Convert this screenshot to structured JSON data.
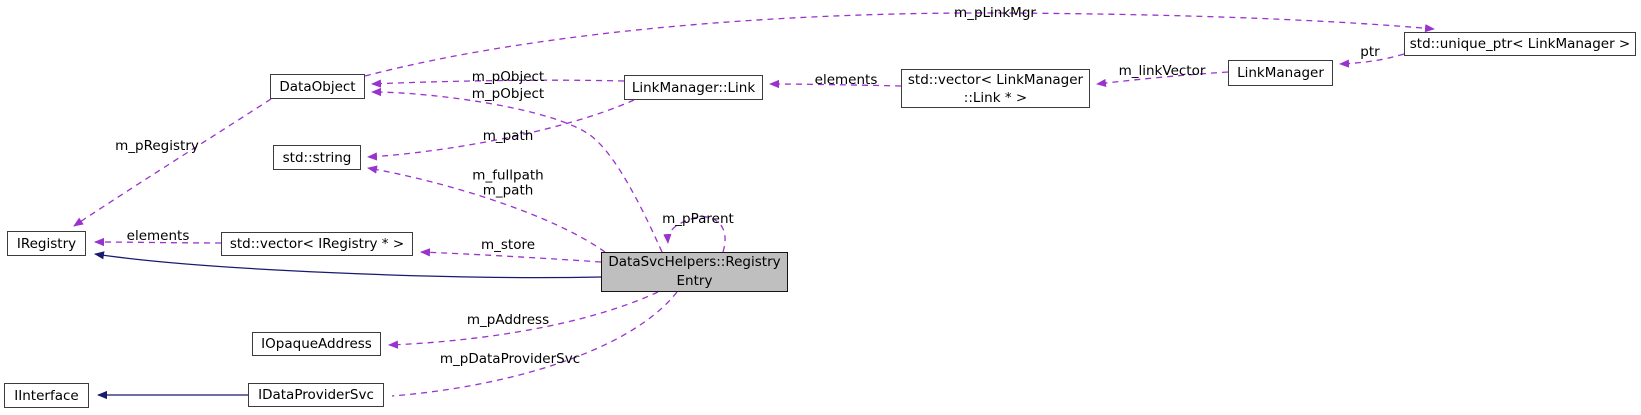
{
  "diagram": {
    "title": "DataSvcHelpers::RegistryEntry collaboration diagram",
    "colors": {
      "usage_edge": "#9a32cd",
      "inheritance_edge": "#191970",
      "node_fill": "#ffffff",
      "focus_node_fill": "#bfbfbf",
      "node_border": "#3c3c3c",
      "text": "#000000"
    },
    "nodes": [
      {
        "id": "data-object",
        "label": "DataObject"
      },
      {
        "id": "linkmanager-link",
        "label": "LinkManager::Link"
      },
      {
        "id": "vector-link-ptr",
        "label": "std::vector< LinkManager\n::Link * >"
      },
      {
        "id": "linkmanager",
        "label": "LinkManager"
      },
      {
        "id": "unique-ptr",
        "label": "std::unique_ptr< LinkManager >"
      },
      {
        "id": "std-string",
        "label": "std::string"
      },
      {
        "id": "iregistry",
        "label": "IRegistry"
      },
      {
        "id": "vector-iregistry",
        "label": "std::vector< IRegistry * >"
      },
      {
        "id": "registry-entry",
        "label": "DataSvcHelpers::Registry\nEntry"
      },
      {
        "id": "iopaque-address",
        "label": "IOpaqueAddress"
      },
      {
        "id": "iinterface",
        "label": "IInterface"
      },
      {
        "id": "idataprovider-svc",
        "label": "IDataProviderSvc"
      }
    ],
    "edge_labels": [
      {
        "id": "m-plinkmgr",
        "text": "m_pLinkMgr"
      },
      {
        "id": "m-pobject-link",
        "text": "m_pObject"
      },
      {
        "id": "m-pobject-entry",
        "text": "m_pObject"
      },
      {
        "id": "elements-links",
        "text": "elements"
      },
      {
        "id": "m-linkvector",
        "text": "m_linkVector"
      },
      {
        "id": "ptr",
        "text": "ptr"
      },
      {
        "id": "m-path-link",
        "text": "m_path"
      },
      {
        "id": "m-fullpath-m-path",
        "text": "m_fullpath\nm_path"
      },
      {
        "id": "m-pparent",
        "text": "m_pParent"
      },
      {
        "id": "m-pregistry",
        "text": "m_pRegistry"
      },
      {
        "id": "elements-registries",
        "text": "elements"
      },
      {
        "id": "m-store",
        "text": "m_store"
      },
      {
        "id": "m-paddress",
        "text": "m_pAddress"
      },
      {
        "id": "m-pdataprovidersvc",
        "text": "m_pDataProviderSvc"
      }
    ]
  }
}
